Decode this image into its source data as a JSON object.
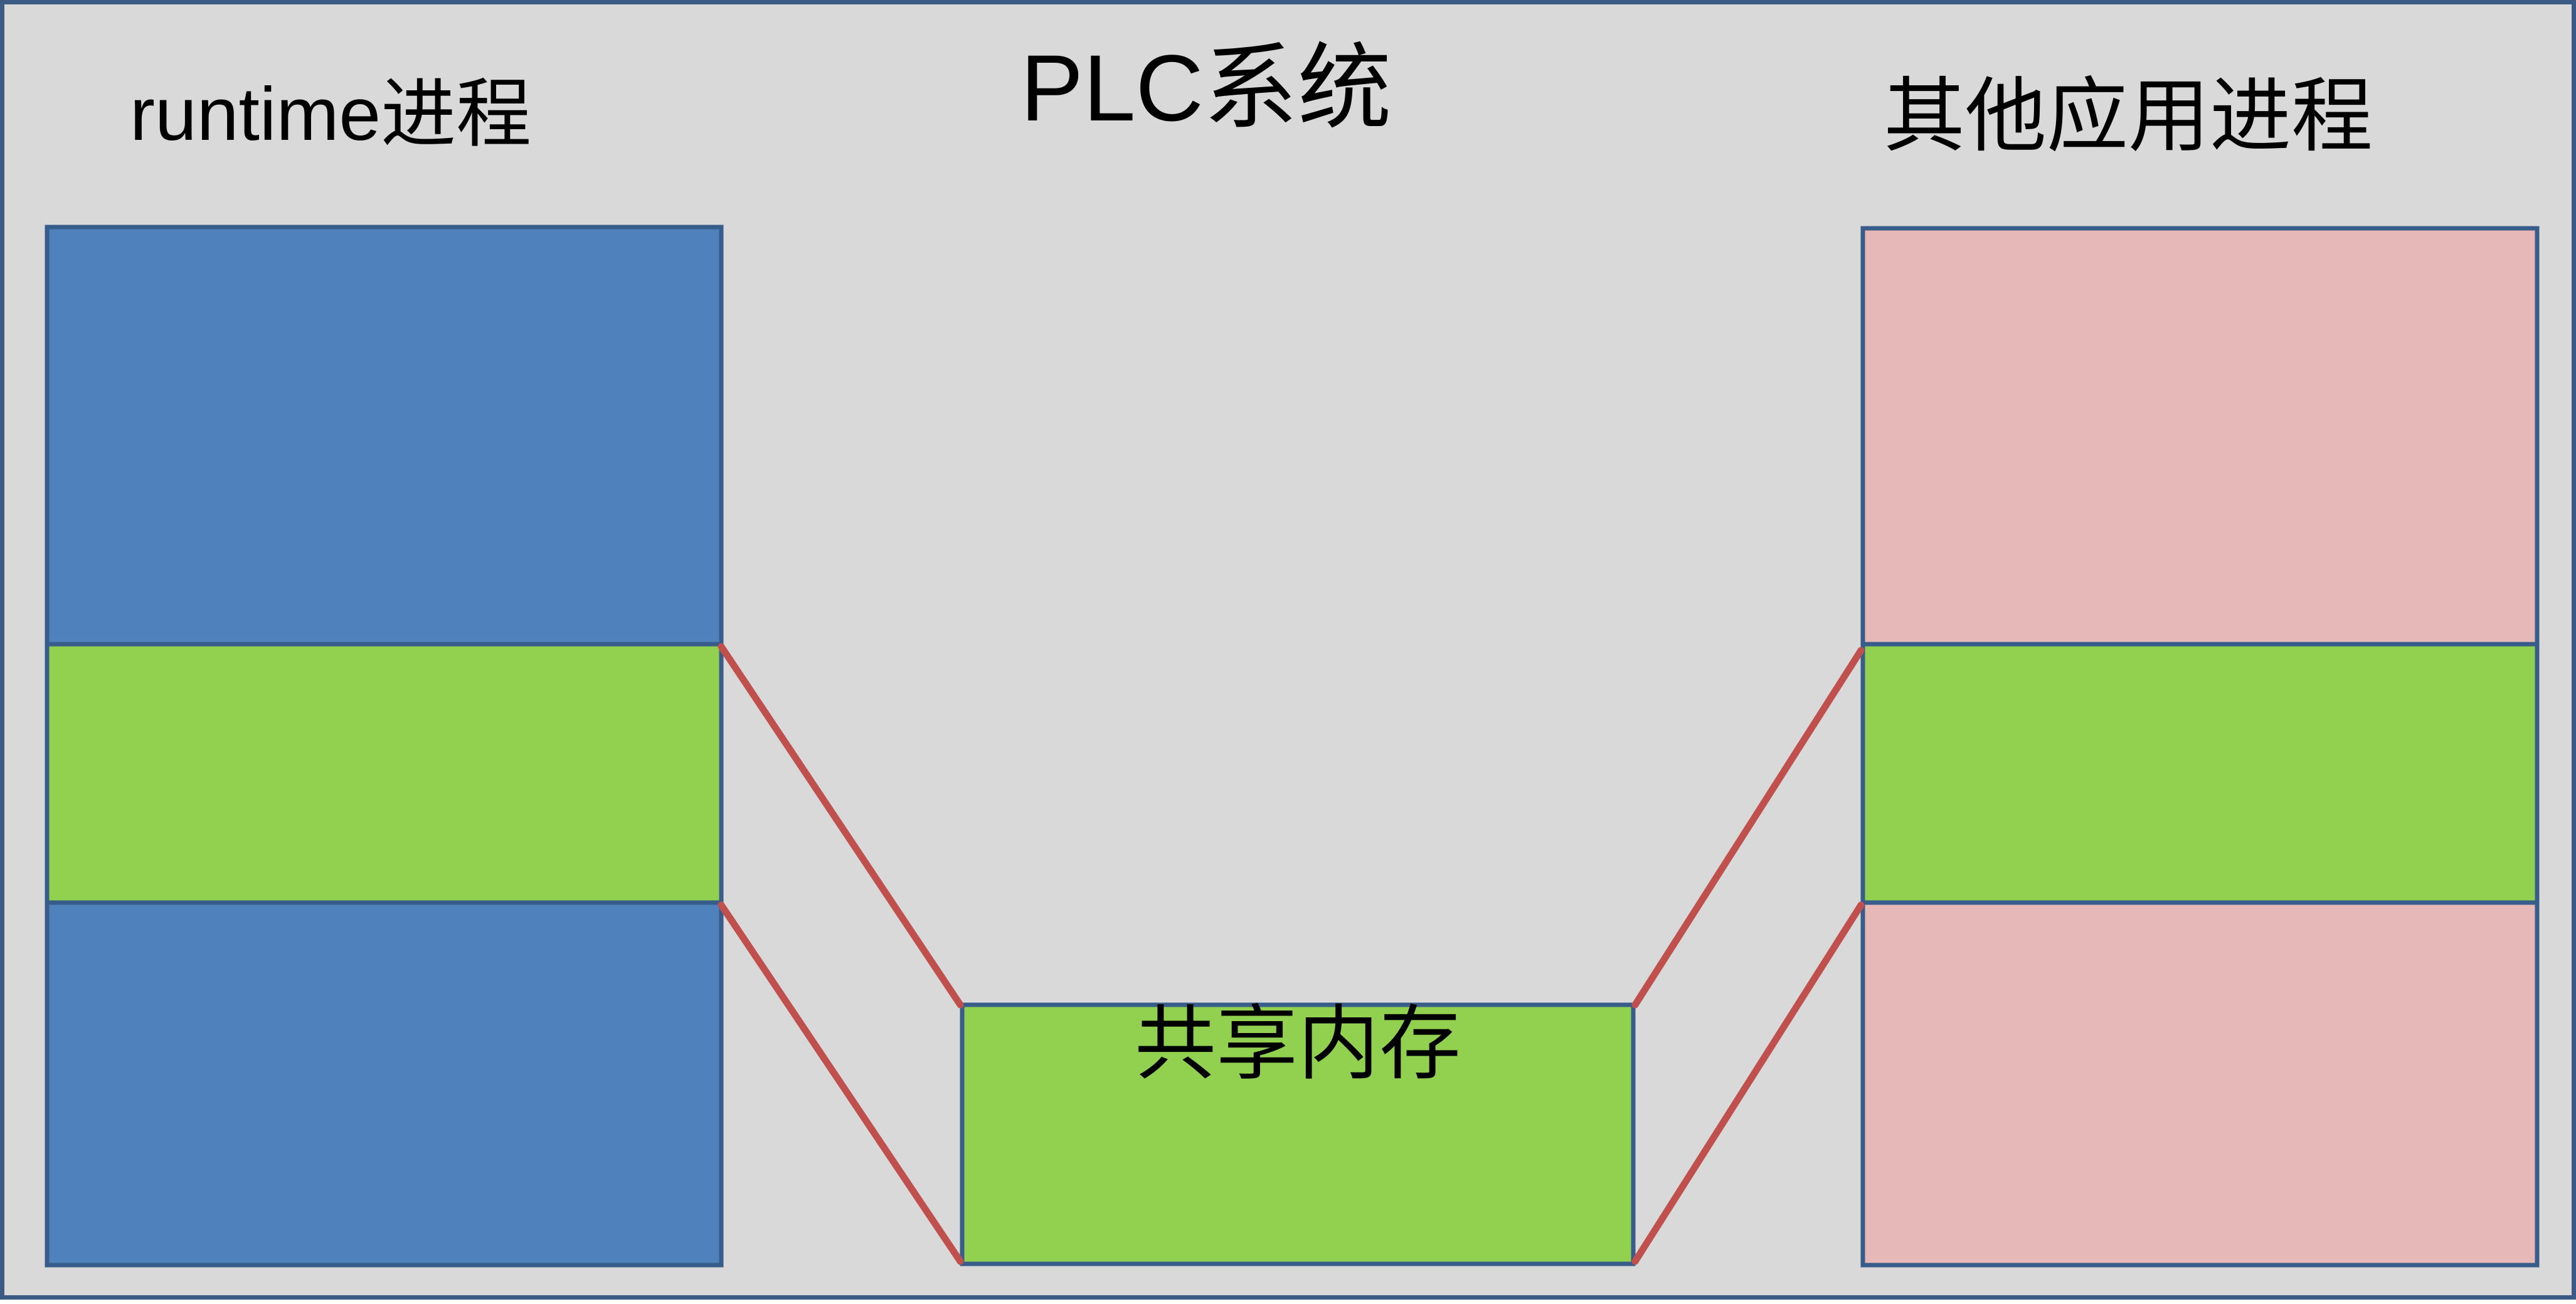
{
  "diagram": {
    "title": "PLC系统",
    "left_process": {
      "label": "runtime进程"
    },
    "right_process": {
      "label": "其他应用进程"
    },
    "shared_memory": {
      "label": "共享内存"
    },
    "colors": {
      "background": "#d9d9d9",
      "frame_border": "#3b5b85",
      "runtime_block": "#4f81bd",
      "shared_region": "#92d050",
      "other_block": "#e6b8b7",
      "block_border": "#385d8a",
      "connector": "#c0504d"
    }
  }
}
